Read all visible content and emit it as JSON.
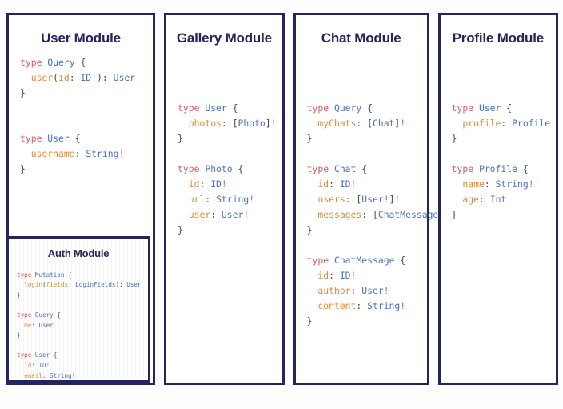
{
  "board": {
    "accent_color": "#24255c",
    "background_color": "#ffffff",
    "token_colors": {
      "keyword": "#d1605e",
      "type_name": "#4a72b8",
      "field_name": "#e08a3c",
      "punctuation": "#4a4a4a",
      "non_null_bang": "#d1605e"
    }
  },
  "panels": [
    {
      "title": "User Module",
      "code_lines": [
        "type Query {",
        "  user(id: ID!): User",
        "}",
        "",
        "",
        "type User {",
        "  username: String!",
        "}"
      ],
      "nested": {
        "title": "Auth Module",
        "code_lines": [
          "type Mutation {",
          "  login(fields: LoginFields): User",
          "}",
          "",
          "type Query {",
          "  me: User",
          "}",
          "",
          "type User {",
          "  id: ID!",
          "  email: String!",
          "}"
        ]
      }
    },
    {
      "title": "Gallery Module",
      "code_lines": [
        "",
        "",
        "",
        "type User {",
        "  photos: [Photo]!",
        "}",
        "",
        "type Photo {",
        "  id: ID!",
        "  url: String!",
        "  user: User!",
        "}"
      ]
    },
    {
      "title": "Chat Module",
      "code_lines": [
        "",
        "",
        "",
        "type Query {",
        "  myChats: [Chat]!",
        "}",
        "",
        "type Chat {",
        "  id: ID!",
        "  users: [User!]!",
        "  messages: [ChatMessage]!",
        "}",
        "",
        "type ChatMessage {",
        "  id: ID!",
        "  author: User!",
        "  content: String!",
        "}"
      ]
    },
    {
      "title": "Profile Module",
      "code_lines": [
        "",
        "",
        "",
        "type User {",
        "  profile: Profile!",
        "}",
        "",
        "type Profile {",
        "  name: String!",
        "  age: Int",
        "}"
      ]
    }
  ]
}
